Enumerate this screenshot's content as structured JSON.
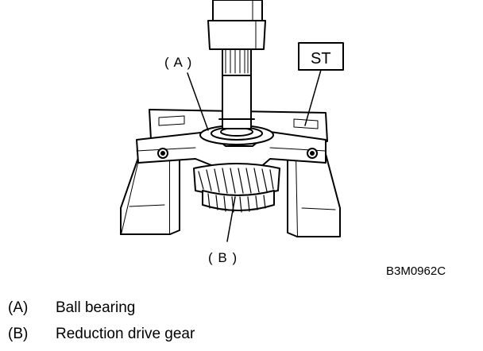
{
  "labels": {
    "callout_a": "( A )",
    "callout_b": "( B )",
    "special_tool": "ST",
    "figure_code": "B3M0962C"
  },
  "legend": [
    {
      "key": "(A)",
      "text": "Ball bearing"
    },
    {
      "key": "(B)",
      "text": "Reduction drive gear"
    }
  ]
}
